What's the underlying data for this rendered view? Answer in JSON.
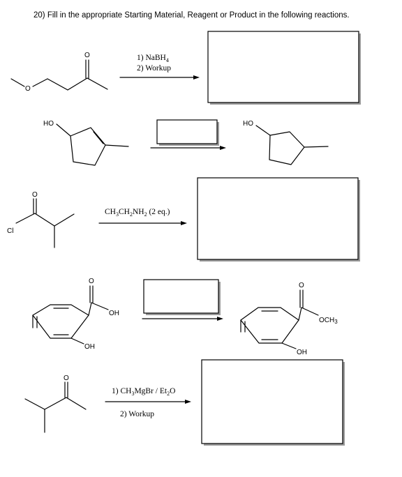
{
  "question": {
    "text": "20) Fill in the appropriate Starting Material, Reagent or Product in the following reactions."
  },
  "reactions": [
    {
      "reagent_lines": [
        [
          {
            "t": "1) NaBH"
          },
          {
            "t": "4",
            "sub": true
          }
        ],
        [
          {
            "t": "2) Workup"
          }
        ]
      ],
      "atom_labels": [
        "O",
        "O"
      ],
      "answer_box": "product"
    },
    {
      "reagent_lines": [],
      "atom_labels": [
        "HO",
        "HO"
      ],
      "answer_box": "reagent"
    },
    {
      "reagent_lines": [
        [
          {
            "t": "CH"
          },
          {
            "t": "3",
            "sub": true
          },
          {
            "t": "CH"
          },
          {
            "t": "2",
            "sub": true
          },
          {
            "t": "NH"
          },
          {
            "t": "2",
            "sub": true
          },
          {
            "t": " (2 eq.)"
          }
        ]
      ],
      "atom_labels": [
        "O",
        "Cl"
      ],
      "answer_box": "product"
    },
    {
      "reagent_lines": [],
      "atom_labels": [
        "O",
        "OH",
        "OH",
        "O",
        "OCH",
        "3",
        "OH"
      ],
      "answer_box": "reagent"
    },
    {
      "reagent_lines": [
        [
          {
            "t": "1) CH"
          },
          {
            "t": "3",
            "sub": true
          },
          {
            "t": "MgBr / Et"
          },
          {
            "t": "2",
            "sub": true
          },
          {
            "t": "O"
          }
        ],
        [
          {
            "t": "2) Workup"
          }
        ]
      ],
      "atom_labels": [
        "O"
      ],
      "answer_box": "product"
    }
  ]
}
